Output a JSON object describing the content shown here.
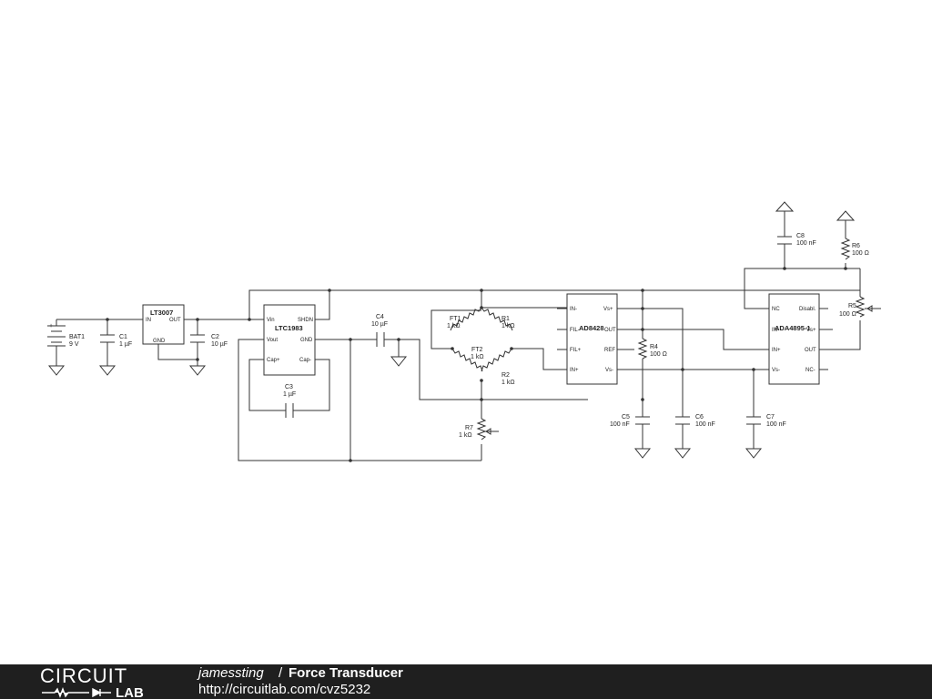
{
  "footer": {
    "author": "jamessting",
    "separator": "/",
    "title": "Force Transducer",
    "url": "http://circuitlab.com/cvz5232",
    "logo_top": "CIRCUIT",
    "logo_bottom": "LAB"
  },
  "components": {
    "bat1": {
      "name": "BAT1",
      "value": "9 V"
    },
    "c1": {
      "name": "C1",
      "value": "1 µF"
    },
    "c2": {
      "name": "C2",
      "value": "10 µF"
    },
    "c3": {
      "name": "C3",
      "value": "1 µF"
    },
    "c4": {
      "name": "C4",
      "value": "10 µF"
    },
    "c5": {
      "name": "C5",
      "value": "100 nF"
    },
    "c6": {
      "name": "C6",
      "value": "100 nF"
    },
    "c7": {
      "name": "C7",
      "value": "100 nF"
    },
    "c8": {
      "name": "C8",
      "value": "100 nF"
    },
    "r1": {
      "name": "R1",
      "value": "1 kΩ"
    },
    "r2": {
      "name": "R2",
      "value": "1 kΩ"
    },
    "r4": {
      "name": "R4",
      "value": "100 Ω"
    },
    "r5": {
      "name": "R5",
      "value": "100 Ω"
    },
    "r6": {
      "name": "R6",
      "value": "100 Ω"
    },
    "r7": {
      "name": "R7",
      "value": "1 kΩ"
    },
    "ft1": {
      "name": "FT1",
      "value": "1 kΩ"
    },
    "ft2": {
      "name": "FT2",
      "value": "1 kΩ"
    }
  },
  "ics": {
    "lt3007": {
      "name": "LT3007",
      "pins": {
        "in": "IN",
        "out": "OUT",
        "gnd": "GND"
      }
    },
    "ltc1983": {
      "name": "LTC1983",
      "pins": {
        "vin": "Vin",
        "shdn": "SHDN",
        "vout": "Vout",
        "gnd": "GND",
        "capp": "Cap+",
        "capm": "Cap-"
      }
    },
    "ad8428": {
      "name": "AD8428",
      "pins": {
        "inm": "IN-",
        "fil1": "FIL-",
        "fil2": "FIL+",
        "inp": "IN+",
        "vsp": "Vs+",
        "out": "OUT",
        "ref": "REF",
        "vsm": "Vs-"
      }
    },
    "ada4895": {
      "name": "ADA4895-1",
      "pins": {
        "nc": "NC",
        "inm": "IN-",
        "inp": "IN+",
        "vsm": "Vs-",
        "dis": "Disabl.",
        "vsp": "Vs+",
        "out": "OUT",
        "nc2": "NC-"
      }
    }
  }
}
